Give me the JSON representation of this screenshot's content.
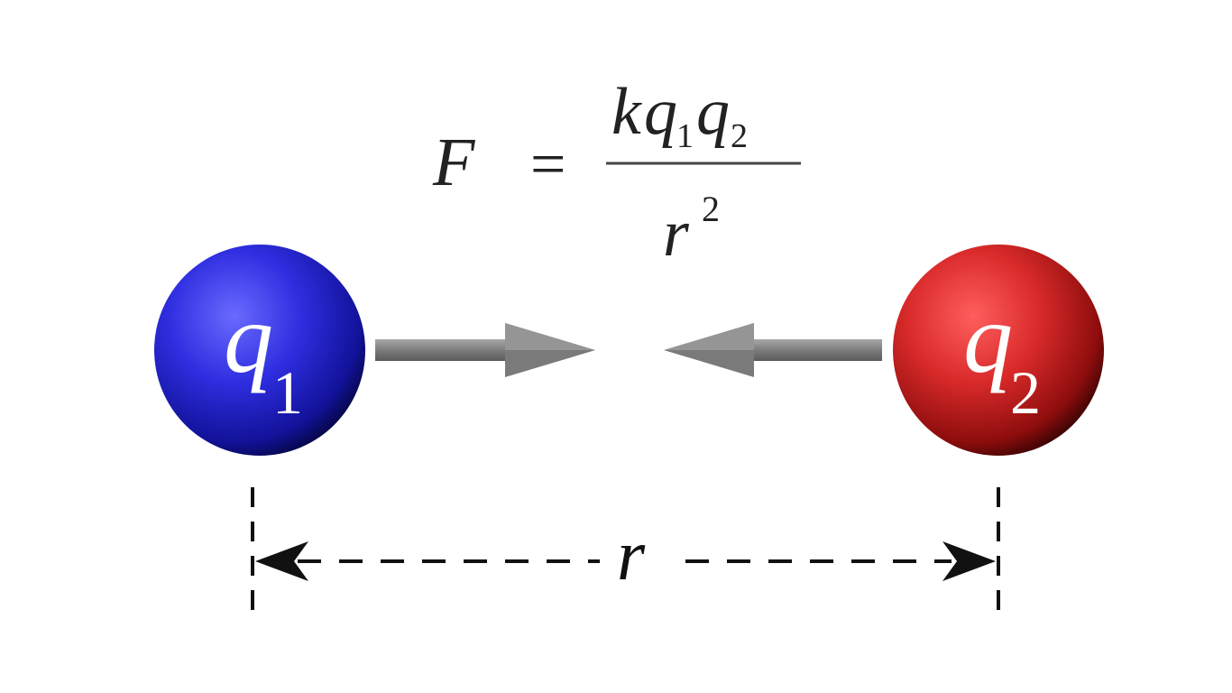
{
  "formula": {
    "lhs": "F",
    "equals": "=",
    "numerator": {
      "k": "k",
      "q1": "q",
      "q1_sub": "1",
      "q2": "q",
      "q2_sub": "2"
    },
    "denominator": {
      "r": "r",
      "exponent": "2"
    }
  },
  "charges": [
    {
      "symbol": "q",
      "subscript": "1",
      "color": "#2b2bd6"
    },
    {
      "symbol": "q",
      "subscript": "2",
      "color": "#d42a2a"
    }
  ],
  "distance": {
    "label": "r"
  },
  "colors": {
    "arrow": "#808080",
    "dimension_line": "#000000"
  }
}
